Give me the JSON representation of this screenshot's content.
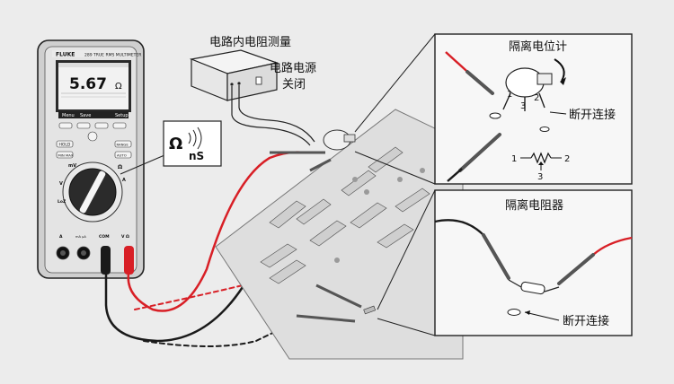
{
  "labels": {
    "title": "电路内电阻测量",
    "power_off_line1": "电路电源",
    "power_off_line2": "关闭",
    "pot_panel_title": "隔离电位计",
    "disconnect_1": "断开连接",
    "resistor_panel_title": "隔离电阻器",
    "disconnect_2": "断开连接",
    "pin_1": "1",
    "pin_2": "2",
    "pin_3": "3",
    "schem_pin_1": "1",
    "schem_pin_2": "2",
    "schem_pin_3": "3"
  },
  "callout": {
    "unit_ohm": "Ω",
    "unit_ns": "nS"
  },
  "meter": {
    "brand": "FLUKE",
    "model": "289",
    "subtitle": "TRUE RMS MULTIMETER",
    "reading": "5.67",
    "reading_unit": "Ω",
    "softkeys": [
      "Menu",
      "Save",
      "",
      "Setup"
    ],
    "keys_left": [
      "HOLD",
      "MIN MAX"
    ],
    "keys_right": [
      "RANGE",
      "AUTO"
    ],
    "dial_labels": [
      "mV",
      "V",
      "A",
      "Ω",
      "LoZ"
    ],
    "jack_labels": [
      "A",
      "mA µA",
      "COM",
      "V Ω"
    ]
  },
  "colors": {
    "red_lead": "#d81f26",
    "black_lead": "#1a1a1a",
    "meter_body": "#d9d9d9",
    "panel_bg": "#f7f7f7"
  }
}
